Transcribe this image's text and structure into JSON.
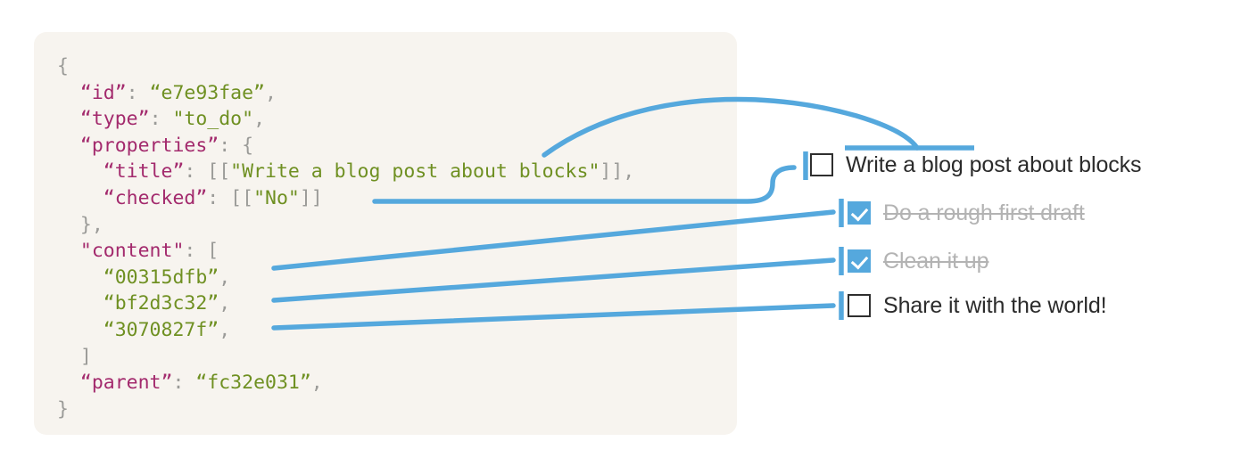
{
  "diagram": {
    "title": "Notion to_do block JSON mapped to a checklist",
    "accent_color": "#55a8dd",
    "panel_background": "#f7f4ef",
    "key_color": "#a32a6d",
    "string_color": "#6f9022",
    "punctuation_color": "#9b9b98"
  },
  "code": {
    "lines": [
      [
        {
          "t": "{",
          "c": "p"
        }
      ],
      [
        {
          "t": "  ",
          "c": "p"
        },
        {
          "t": "“id”",
          "c": "k"
        },
        {
          "t": ": ",
          "c": "p"
        },
        {
          "t": "“e7e93fae”",
          "c": "s"
        },
        {
          "t": ",",
          "c": "p"
        }
      ],
      [
        {
          "t": "  ",
          "c": "p"
        },
        {
          "t": "“type”",
          "c": "k"
        },
        {
          "t": ": ",
          "c": "p"
        },
        {
          "t": "\"to_do\"",
          "c": "s"
        },
        {
          "t": ",",
          "c": "p"
        }
      ],
      [
        {
          "t": "  ",
          "c": "p"
        },
        {
          "t": "“properties”",
          "c": "k"
        },
        {
          "t": ": {",
          "c": "p"
        }
      ],
      [
        {
          "t": "    ",
          "c": "p"
        },
        {
          "t": "“title”",
          "c": "k"
        },
        {
          "t": ": ",
          "c": "p"
        },
        {
          "t": "[[",
          "c": "p"
        },
        {
          "t": "\"Write a blog post about blocks\"",
          "c": "s"
        },
        {
          "t": "]],",
          "c": "p"
        }
      ],
      [
        {
          "t": "    ",
          "c": "p"
        },
        {
          "t": "“checked”",
          "c": "k"
        },
        {
          "t": ": ",
          "c": "p"
        },
        {
          "t": "[[",
          "c": "p"
        },
        {
          "t": "\"No\"",
          "c": "s"
        },
        {
          "t": "]]",
          "c": "p"
        }
      ],
      [
        {
          "t": "  },",
          "c": "p"
        }
      ],
      [
        {
          "t": "  ",
          "c": "p"
        },
        {
          "t": "\"content\"",
          "c": "k"
        },
        {
          "t": ": [",
          "c": "p"
        }
      ],
      [
        {
          "t": "    ",
          "c": "p"
        },
        {
          "t": "“00315dfb”",
          "c": "s"
        },
        {
          "t": ",",
          "c": "p"
        }
      ],
      [
        {
          "t": "    ",
          "c": "p"
        },
        {
          "t": "“bf2d3c32”",
          "c": "s"
        },
        {
          "t": ",",
          "c": "p"
        }
      ],
      [
        {
          "t": "    ",
          "c": "p"
        },
        {
          "t": "“3070827f”",
          "c": "s"
        },
        {
          "t": ",",
          "c": "p"
        }
      ],
      [
        {
          "t": "  ]",
          "c": "p"
        }
      ],
      [
        {
          "t": "  ",
          "c": "p"
        },
        {
          "t": "“parent”",
          "c": "k"
        },
        {
          "t": ": ",
          "c": "p"
        },
        {
          "t": "“fc32e031”",
          "c": "s"
        },
        {
          "t": ",",
          "c": "p"
        }
      ],
      [
        {
          "t": "}",
          "c": "p"
        }
      ]
    ]
  },
  "checklist": {
    "items": [
      {
        "label": "Write a blog post about blocks",
        "checked": false,
        "struck": false
      },
      {
        "label": "Do a rough first draft",
        "checked": true,
        "struck": true
      },
      {
        "label": "Clean it up",
        "checked": true,
        "struck": true
      },
      {
        "label": "Share it with the world!",
        "checked": false,
        "struck": false
      }
    ]
  }
}
